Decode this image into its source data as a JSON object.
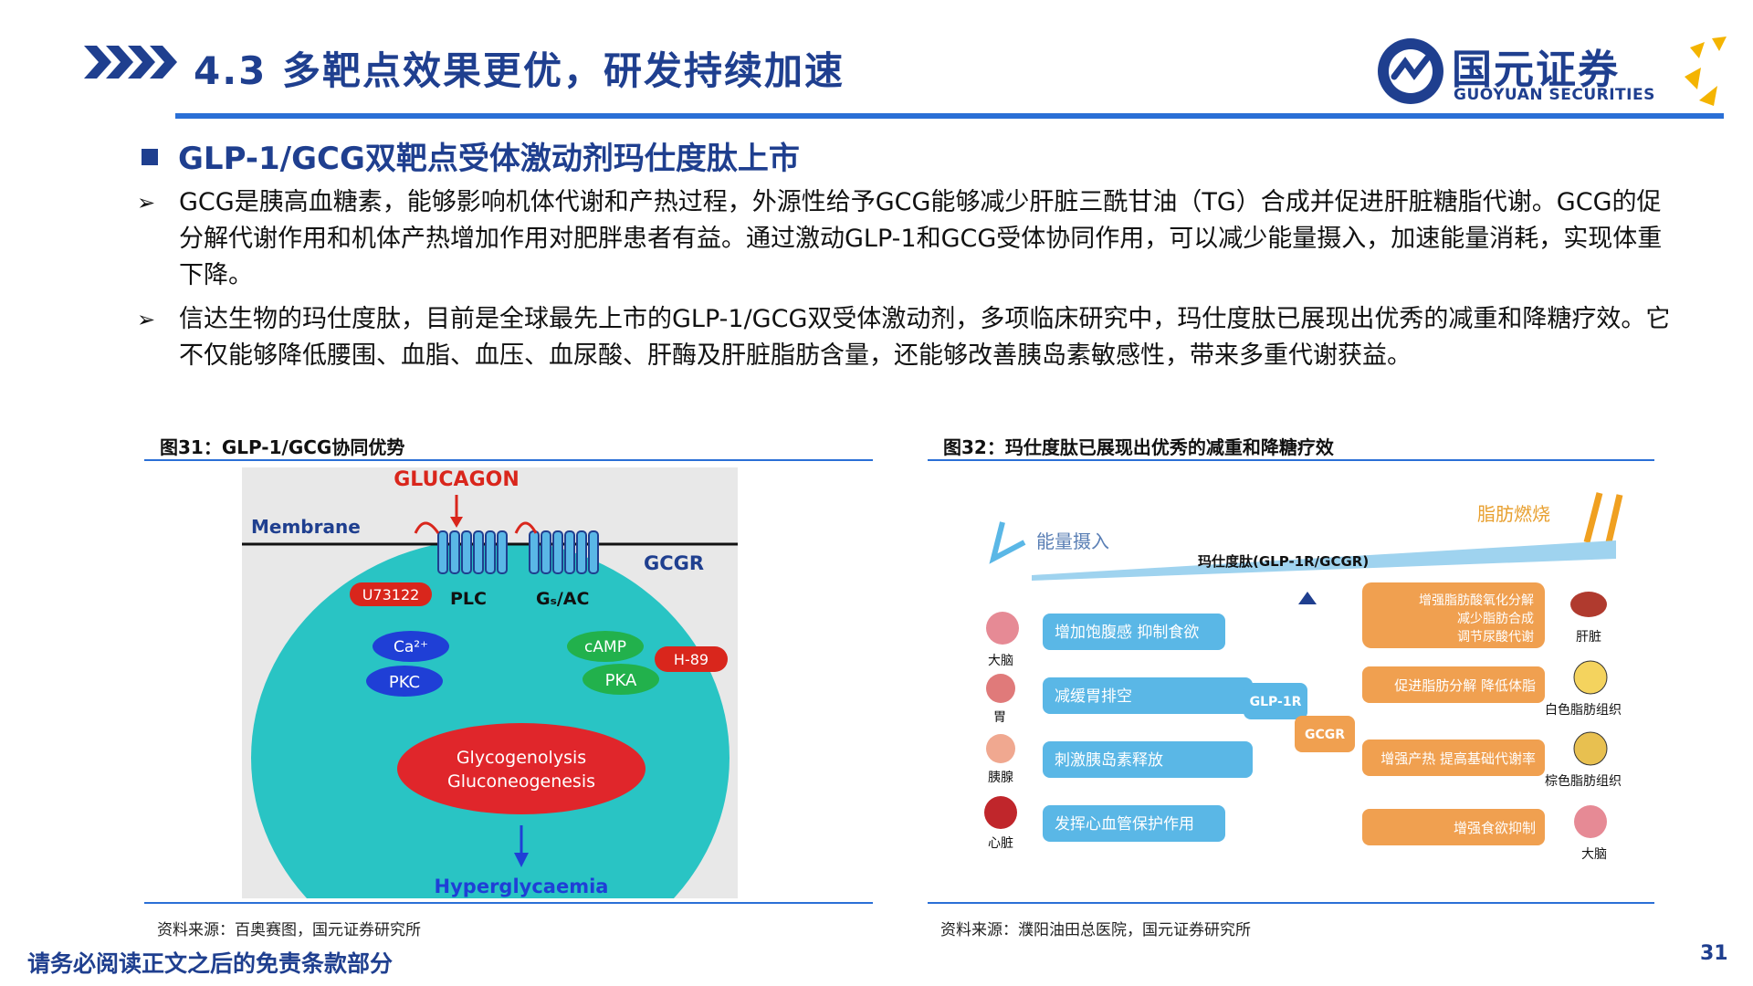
{
  "header": {
    "title": "4.3 多靶点效果更优，研发持续加速",
    "logo_cn": "国元证券",
    "logo_en": "GUOYUAN SECURITIES"
  },
  "section": {
    "heading": "GLP-1/GCG双靶点受体激动剂玛仕度肽上市"
  },
  "bullets": [
    {
      "text": "GCG是胰高血糖素，能够影响机体代谢和产热过程，外源性给予GCG能够减少肝脏三酰甘油（TG）合成并促进肝脏糖脂代谢。GCG的促分解代谢作用和机体产热增加作用对肥胖患者有益。通过激动GLP-1和GCG受体协同作用，可以减少能量摄入，加速能量消耗，实现体重下降。"
    },
    {
      "text": "信达生物的玛仕度肽，目前是全球最先上市的GLP-1/GCG双受体激动剂，多项临床研究中，玛仕度肽已展现出优秀的减重和降糖疗效。它不仅能够降低腰围、血脂、血压、血尿酸、肝酶及肝脏脂肪含量，还能够改善胰岛素敏感性，带来多重代谢获益。"
    }
  ],
  "figure31": {
    "title": "图31：GLP-1/GCG协同优势",
    "source": "资料来源：百奥赛图，国元证券研究所",
    "labels": {
      "glucagon": "GLUCAGON",
      "membrane": "Membrane",
      "gcgr": "GCGR",
      "u73122": "U73122",
      "plc": "PLC",
      "gs_ac": "Gₛ/AC",
      "ca": "Ca²⁺",
      "pkc": "PKC",
      "camp": "cAMP",
      "pka": "PKA",
      "h89": "H-89",
      "glycogenolysis": "Glycogenolysis",
      "gluconeogenesis": "Gluconeogenesis",
      "hyperglycaemia": "Hyperglycaemia"
    }
  },
  "figure32": {
    "title": "图32：玛仕度肽已展现出优秀的减重和降糖疗效",
    "source": "资料来源：濮阳油田总医院，国元证券研究所",
    "labels": {
      "energy_intake": "能量摄入",
      "fat_burning": "脂肪燃烧",
      "drug": "玛仕度肽(GLP-1R/GCGR)",
      "glp1r": "GLP-1R",
      "gcgr": "GCGR",
      "left_items": [
        "增加饱腹感 抑制食欲",
        "减缓胃排空",
        "刺激胰岛素释放",
        "发挥心血管保护作用"
      ],
      "left_organs": [
        "大脑",
        "胃",
        "胰腺",
        "心脏"
      ],
      "right_item1_lines": [
        "增强脂肪酸氧化分解",
        "减少脂肪合成",
        "调节尿酸代谢"
      ],
      "right_items": [
        "促进脂肪分解 降低体脂",
        "增强产热 提高基础代谢率",
        "增强食欲抑制"
      ],
      "right_organs": [
        "肝脏",
        "白色脂肪组织",
        "棕色脂肪组织",
        "大脑"
      ]
    }
  },
  "footer": {
    "disclaimer": "请务必阅读正文之后的免责条款部分",
    "page_number": "31"
  }
}
